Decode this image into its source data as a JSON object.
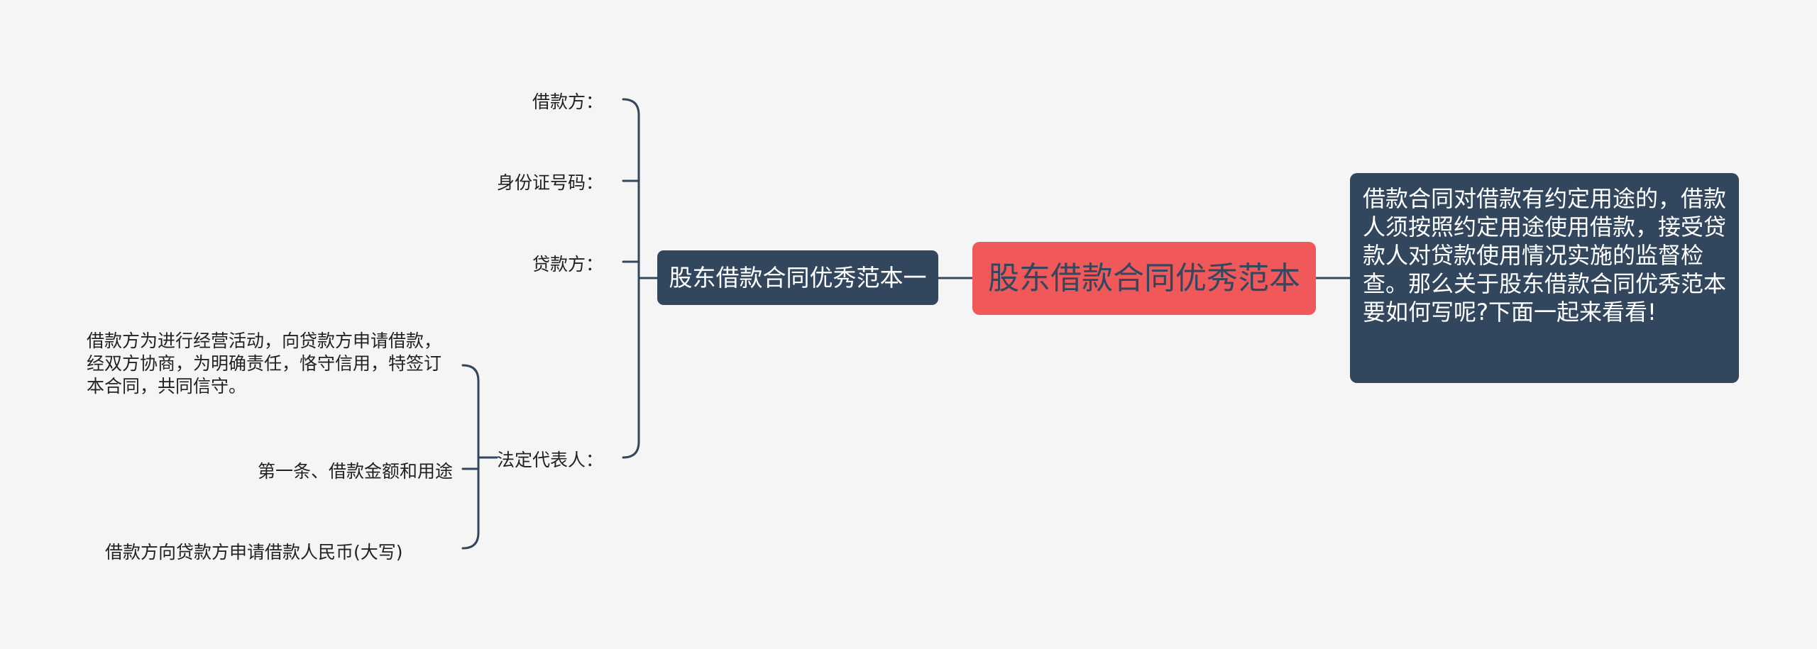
{
  "central_topic": "股东借款合同优秀范本",
  "summary_note": "借款合同对借款有约定用途的，借款人须按照约定用途使用借款，接受贷款人对贷款使用情况实施的监督检查。那么关于股东借款合同优秀范本要如何写呢?下面一起来看看!",
  "main_branch": {
    "label": "股东借款合同优秀范本一",
    "children": [
      {
        "label": "借款方："
      },
      {
        "label": "身份证号码："
      },
      {
        "label": "贷款方："
      },
      {
        "label": "法定代表人：",
        "children": [
          {
            "label": "借款方为进行经营活动，向贷款方申请借款，经双方协商，为明确责任，恪守信用，特签订本合同，共同信守。"
          },
          {
            "label": "第一条、借款金额和用途"
          },
          {
            "label": "借款方向贷款方申请借款人民币(大写)"
          }
        ]
      }
    ]
  },
  "colors": {
    "background": "#f5f5f5",
    "central_fill": "#f0585a",
    "central_text": "#33485f",
    "branch_fill": "#32475e",
    "branch_text": "#ffffff",
    "connector": "#32475e",
    "leaf_text": "#222222"
  }
}
